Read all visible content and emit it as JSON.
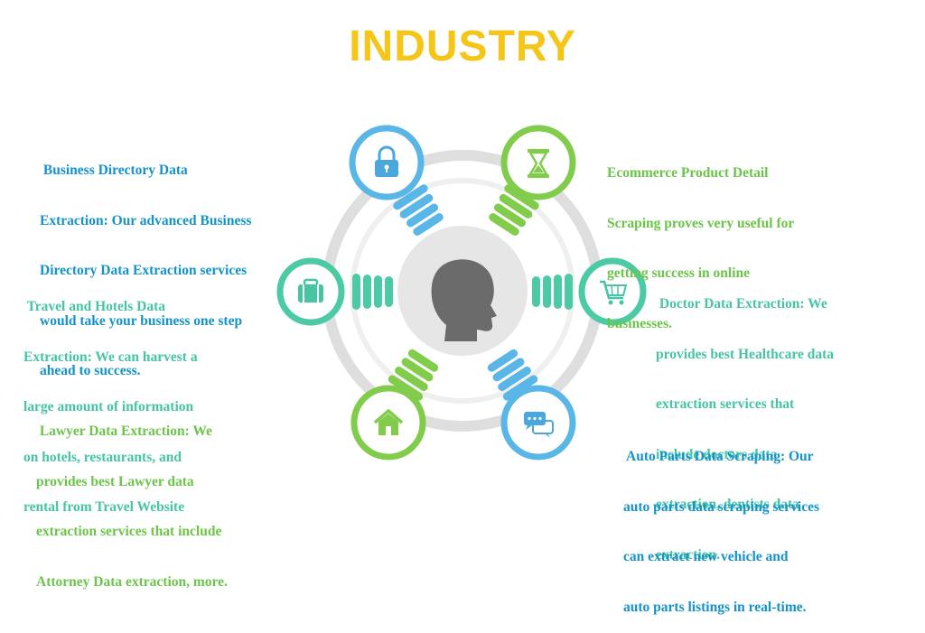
{
  "title": "INDUSTRY",
  "colors": {
    "title": "#f5c518",
    "blue": "#1593c9",
    "green": "#6cc449",
    "teal": "#46c4a4",
    "ring": "#dedede",
    "head_bg": "#e6e6e6",
    "head": "#6b6b6b"
  },
  "sections": {
    "business": {
      "icon": "lock-icon",
      "lines": [
        " Business Directory Data",
        "Extraction: Our advanced Business",
        "Directory Data Extraction services",
        "would take your business one step",
        "ahead to success."
      ]
    },
    "ecommerce": {
      "icon": "hourglass-icon",
      "lines": [
        "Ecommerce Product Detail",
        "Scraping proves very useful for",
        "getting success in online",
        "businesses."
      ]
    },
    "travel": {
      "icon": "briefcase-icon",
      "lines": [
        " Travel and Hotels Data",
        "Extraction: We can harvest a",
        "large amount of information",
        "on hotels, restaurants, and",
        "rental from Travel Website"
      ]
    },
    "doctor": {
      "icon": "shopping-cart-icon",
      "lines": [
        " Doctor Data Extraction: We",
        "provides best Healthcare data",
        "extraction services that",
        "include doctors data",
        "extraction, dentists data",
        "extraction."
      ]
    },
    "lawyer": {
      "icon": "house-icon",
      "lines": [
        " Lawyer Data Extraction: We",
        "provides best Lawyer data",
        "extraction services that include",
        "Attorney Data extraction, more."
      ]
    },
    "auto": {
      "icon": "chat-bubbles-icon",
      "lines": [
        " Auto Parts Data Scraping: Our",
        "auto parts data scraping services",
        "can extract new vehicle and",
        "auto parts listings in real-time."
      ]
    }
  }
}
